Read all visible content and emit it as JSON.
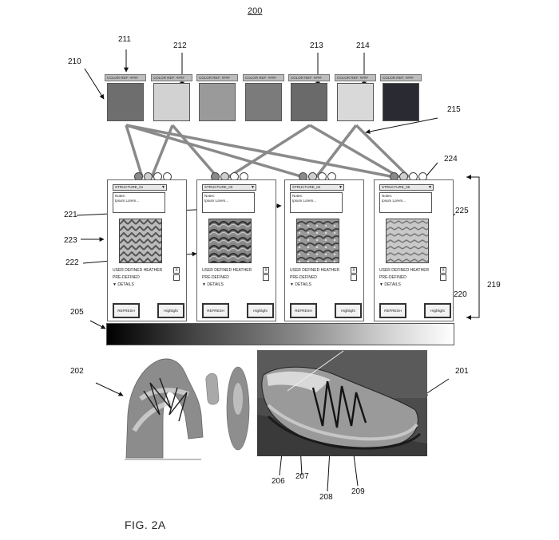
{
  "figure_number": "200",
  "caption": "FIG. 2A",
  "refs": {
    "r201": "201",
    "r202": "202",
    "r205": "205",
    "r206": "206",
    "r207": "207",
    "r208": "208",
    "r209": "209",
    "r210": "210",
    "r211": "211",
    "r212": "212",
    "r213": "213",
    "r214": "214",
    "r215": "215",
    "r219": "219",
    "r220": "220",
    "r221": "221",
    "r222": "222",
    "r223": "223",
    "r224": "224",
    "r225": "225"
  },
  "color_swatches": [
    {
      "label": "COLOR REF: ####",
      "color": "#6e6e6e"
    },
    {
      "label": "COLOR REF: ####",
      "color": "#d2d2d2"
    },
    {
      "label": "COLOR REF: ####",
      "color": "#9a9a9a"
    },
    {
      "label": "COLOR REF: ####",
      "color": "#7b7b7b"
    },
    {
      "label": "COLOR REF: ####",
      "color": "#6a6a6a"
    },
    {
      "label": "COLOR REF: ####",
      "color": "#d9d9d9"
    },
    {
      "label": "COLOR REF: ####",
      "color": "#2a2a32"
    }
  ],
  "structure_panels": [
    {
      "selector": "STRUCTURE_01",
      "notes_title": "Notes:",
      "notes_body": "Ipsum Lorem...",
      "option1": "USER DEFINED HEATHER",
      "option1_mark": "X",
      "option2": "PRE-DEFINED",
      "details": "▼ DETAILS",
      "refresh": "REFRESH",
      "highlight": "Highlight",
      "pattern_color": "#9c9c9c"
    },
    {
      "selector": "STRUCTURE_03",
      "notes_title": "Notes:",
      "notes_body": "Ipsum Lorem...",
      "option1": "USER DEFINED HEATHER",
      "option1_mark": "X",
      "option2": "PRE-DEFINED",
      "details": "▼ DETAILS",
      "refresh": "REFRESH",
      "highlight": "Highlight",
      "pattern_color": "#6f6f6f"
    },
    {
      "selector": "STRUCTURE_04",
      "notes_title": "Notes:",
      "notes_body": "Ipsum Lorem...",
      "option1": "USER DEFINED HEATHER",
      "option1_mark": "X",
      "option2": "PRE-DEFINED",
      "details": "▼ DETAILS",
      "refresh": "REFRESH",
      "highlight": "Highlight",
      "pattern_color": "#7a7a7a"
    },
    {
      "selector": "STRUCTURE_06",
      "notes_title": "Notes:",
      "notes_body": "Ipsum Lorem...",
      "option1": "USER DEFINED HEATHER",
      "option1_mark": "X",
      "option2": "PRE-DEFINED",
      "details": "▼ DETAILS",
      "refresh": "REFRESH",
      "highlight": "Highlight",
      "pattern_color": "#a8a8a8"
    }
  ]
}
